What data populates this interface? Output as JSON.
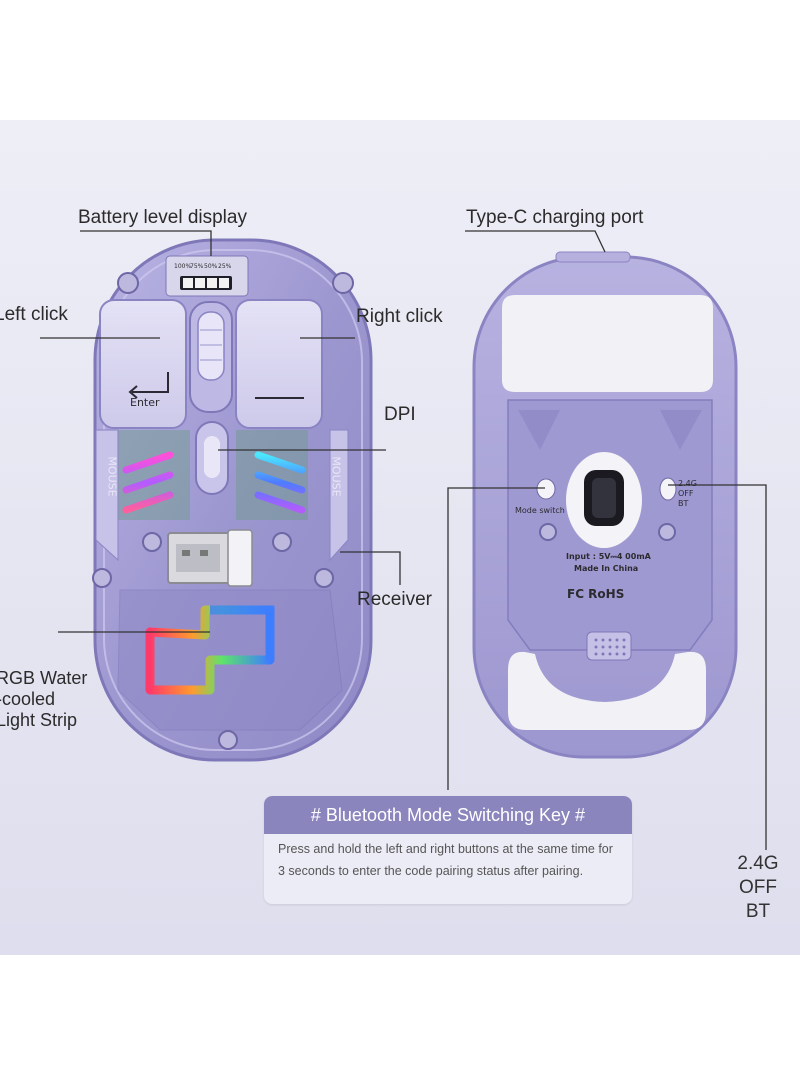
{
  "labels": {
    "battery": "Battery level display",
    "left_click": "Left click",
    "right_click": "Right click",
    "dpi": "DPI",
    "receiver": "Receiver",
    "rgb_lines": [
      "RGB Water",
      "-cooled",
      "Light Strip"
    ],
    "type_c": "Type-C charging port"
  },
  "battery_scale": [
    "100%",
    "75%",
    "50%",
    "25%"
  ],
  "key_left_text": "Enter",
  "side_text": "MOUSE",
  "bottom_side": {
    "mode_switch": "Mode switch",
    "toggle_lines": [
      "2.4G",
      "OFF",
      "BT"
    ],
    "input": "Input : 5V⎓4 00mA",
    "made_in": "Made In China",
    "cert_marks": "FC RoHS"
  },
  "info_box": {
    "title": "# Bluetooth Mode Switching Key #",
    "body": "Press and hold the left and right buttons at the same time for 3 seconds to enter the code pairing status after pairing."
  },
  "mode_label": [
    "2.4G",
    "OFF",
    "BT"
  ],
  "colors": {
    "shell_purple": "#a9a4d6",
    "box_header": "#8a85bd",
    "pad_white": "#f2f1f6"
  }
}
